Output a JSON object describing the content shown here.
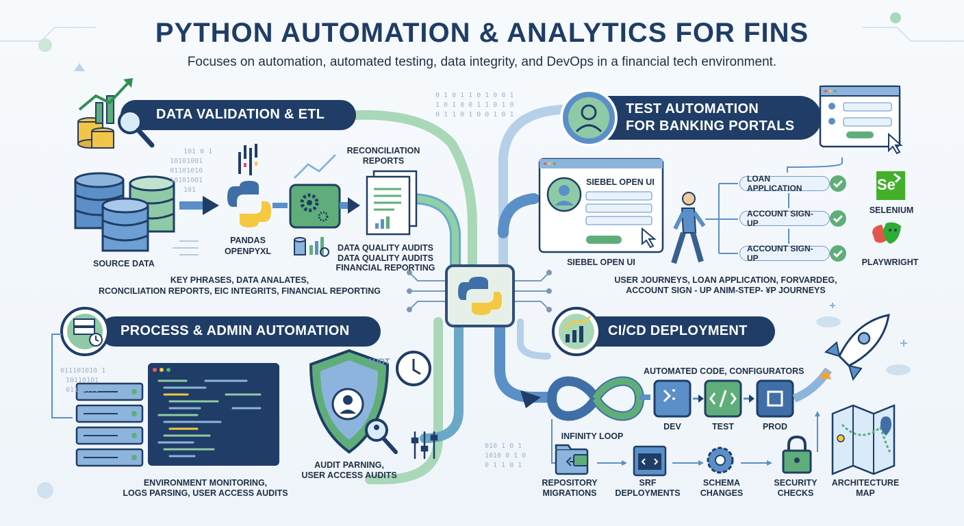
{
  "title": "PYTHON AUTOMATION & ANALYTICS FOR FINS",
  "subtitle": "Focuses on automation, automated testing, data integrity, and DevOps in a financial tech environment.",
  "sections": {
    "data_validation": {
      "heading": "DATA VALIDATION & ETL",
      "source_data": "SOURCE DATA",
      "pandas": "PANDAS",
      "openpyxl": "OPENPYXL",
      "recon_reports": [
        "RECONCILIATION",
        "REPORTS"
      ],
      "audits": [
        "DATA QUALITY AUDITS",
        "DATA QUALITY AUDITS",
        "FINANCIAL REPORTING"
      ],
      "key_phrases": [
        "KEY PHRASES, DATA ANALATES,",
        "RCONCILIATION REPORTS, EIC INTEGRITS, FINANCIAL REPORTING"
      ]
    },
    "test_automation": {
      "heading": [
        "TEST AUTOMATION",
        "FOR BANKING PORTALS"
      ],
      "siebel_window": "SIEBEL OPEN UI",
      "siebel_caption": "SIEBEL OPEN UI",
      "checks": [
        "LOAN APPLICATION",
        "ACCOUNT SIGN-UP",
        "ACCOUNT SIGN-UP"
      ],
      "selenium": "SELENIUM",
      "selenium_logo": "Se",
      "playwright": "PLAYWRIGHT",
      "journeys": [
        "USER JOURNEYS,  LOAN APPLICATION, FORVARDEG,",
        "ACCOUNT SIGN - UP ANIM-STEP- ¥P JOURNEYS"
      ]
    },
    "process_admin": {
      "heading": "PROCESS & ADMIN AUTOMATION",
      "audt": "AUDT",
      "audit_parsing": [
        "AUDIT PARNING,",
        "USER ACCESS AUDITS"
      ],
      "env_monitoring": [
        "ENVIRONMENT MONITORING,",
        "LOGS PARSING, USER ACCESS AUDITS"
      ]
    },
    "cicd": {
      "heading": "CI/CD DEPLOYMENT",
      "automated_code": "AUTOMATED CODE, CONFIGURATORS",
      "infinity_loop": "INFINITY LOOP",
      "stages": [
        "DEV",
        "TEST",
        "PROD"
      ],
      "bottom_items": [
        [
          "REPOSITORY",
          "MIGRATIONS"
        ],
        [
          "SRF",
          "DEPLOYMENTS"
        ],
        [
          "SCHEMA",
          "CHANGES"
        ],
        [
          "SECURITY",
          "CHECKS"
        ],
        [
          "ARCHITECTURE",
          "MAP"
        ]
      ]
    }
  },
  "binary": {
    "top": [
      "0 1 0 1 1 0 1 0 0 1",
      "1 0 1 0 0 1 1 0 1 0",
      "0 1 1 0 1 0 0 1 0 1"
    ],
    "left": [
      "101 0 1",
      "10101001",
      "01101010",
      "10101001",
      "101"
    ],
    "lower_left": [
      "011101010 1",
      "10110101",
      "01101001"
    ],
    "lower_mid": [
      "010 1 0 1",
      "1010 0 1 0",
      "0 1 1 0 1"
    ]
  },
  "colors": {
    "navy": "#1f3d66",
    "blue": "#3f6fa6",
    "light_blue": "#8db4dc",
    "green": "#5fae7a",
    "light_green": "#a9d8b8",
    "yellow": "#f5c842",
    "pale": "#e8f1fa"
  }
}
